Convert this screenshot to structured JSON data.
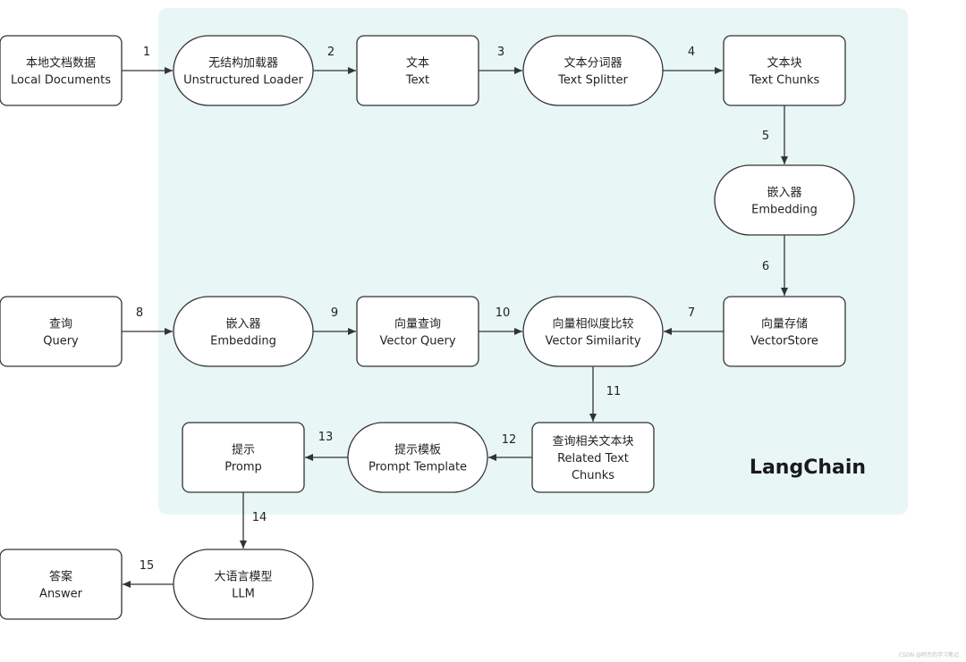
{
  "group": {
    "label": "LangChain",
    "fill": "#e8f6f6"
  },
  "colors": {
    "node_border": "#333333",
    "edge": "#333333",
    "node_fill": "#ffffff"
  },
  "nodes": [
    {
      "id": "local-docs",
      "shape": "rect",
      "line1": "本地文档数据",
      "line2": "Local Documents"
    },
    {
      "id": "loader",
      "shape": "pill",
      "line1": "无结构加载器",
      "line2": "Unstructured Loader"
    },
    {
      "id": "text",
      "shape": "rect",
      "line1": "文本",
      "line2": "Text"
    },
    {
      "id": "splitter",
      "shape": "pill",
      "line1": "文本分词器",
      "line2": "Text Splitter"
    },
    {
      "id": "chunks",
      "shape": "rect",
      "line1": "文本块",
      "line2": "Text Chunks"
    },
    {
      "id": "embedding-top",
      "shape": "pill",
      "line1": "嵌入器",
      "line2": "Embedding"
    },
    {
      "id": "vectorstore",
      "shape": "rect",
      "line1": "向量存储",
      "line2": "VectorStore"
    },
    {
      "id": "similarity",
      "shape": "pill",
      "line1": "向量相似度比较",
      "line2": "Vector Similarity"
    },
    {
      "id": "vector-query",
      "shape": "rect",
      "line1": "向量查询",
      "line2": "Vector Query"
    },
    {
      "id": "embedding-mid",
      "shape": "pill",
      "line1": "嵌入器",
      "line2": "Embedding"
    },
    {
      "id": "query",
      "shape": "rect",
      "line1": "查询",
      "line2": "Query"
    },
    {
      "id": "related-chunks",
      "shape": "rect",
      "line1": "查询相关文本块",
      "line2": "Related Text",
      "line3": "Chunks"
    },
    {
      "id": "prompt-template",
      "shape": "pill",
      "line1": "提示模板",
      "line2": "Prompt Template"
    },
    {
      "id": "prompt",
      "shape": "rect",
      "line1": "提示",
      "line2": "Promp"
    },
    {
      "id": "llm",
      "shape": "pill",
      "line1": "大语言模型",
      "line2": "LLM"
    },
    {
      "id": "answer",
      "shape": "rect",
      "line1": "答案",
      "line2": "Answer"
    }
  ],
  "edges": [
    {
      "from": "local-docs",
      "to": "loader",
      "label": "1"
    },
    {
      "from": "loader",
      "to": "text",
      "label": "2"
    },
    {
      "from": "text",
      "to": "splitter",
      "label": "3"
    },
    {
      "from": "splitter",
      "to": "chunks",
      "label": "4"
    },
    {
      "from": "chunks",
      "to": "embedding-top",
      "label": "5"
    },
    {
      "from": "embedding-top",
      "to": "vectorstore",
      "label": "6"
    },
    {
      "from": "vectorstore",
      "to": "similarity",
      "label": "7"
    },
    {
      "from": "query",
      "to": "embedding-mid",
      "label": "8"
    },
    {
      "from": "embedding-mid",
      "to": "vector-query",
      "label": "9"
    },
    {
      "from": "vector-query",
      "to": "similarity",
      "label": "10"
    },
    {
      "from": "similarity",
      "to": "related-chunks",
      "label": "11"
    },
    {
      "from": "related-chunks",
      "to": "prompt-template",
      "label": "12"
    },
    {
      "from": "prompt-template",
      "to": "prompt",
      "label": "13"
    },
    {
      "from": "prompt",
      "to": "llm",
      "label": "14"
    },
    {
      "from": "llm",
      "to": "answer",
      "label": "15"
    }
  ],
  "watermark": "CSDN @阿杰的学习笔记"
}
